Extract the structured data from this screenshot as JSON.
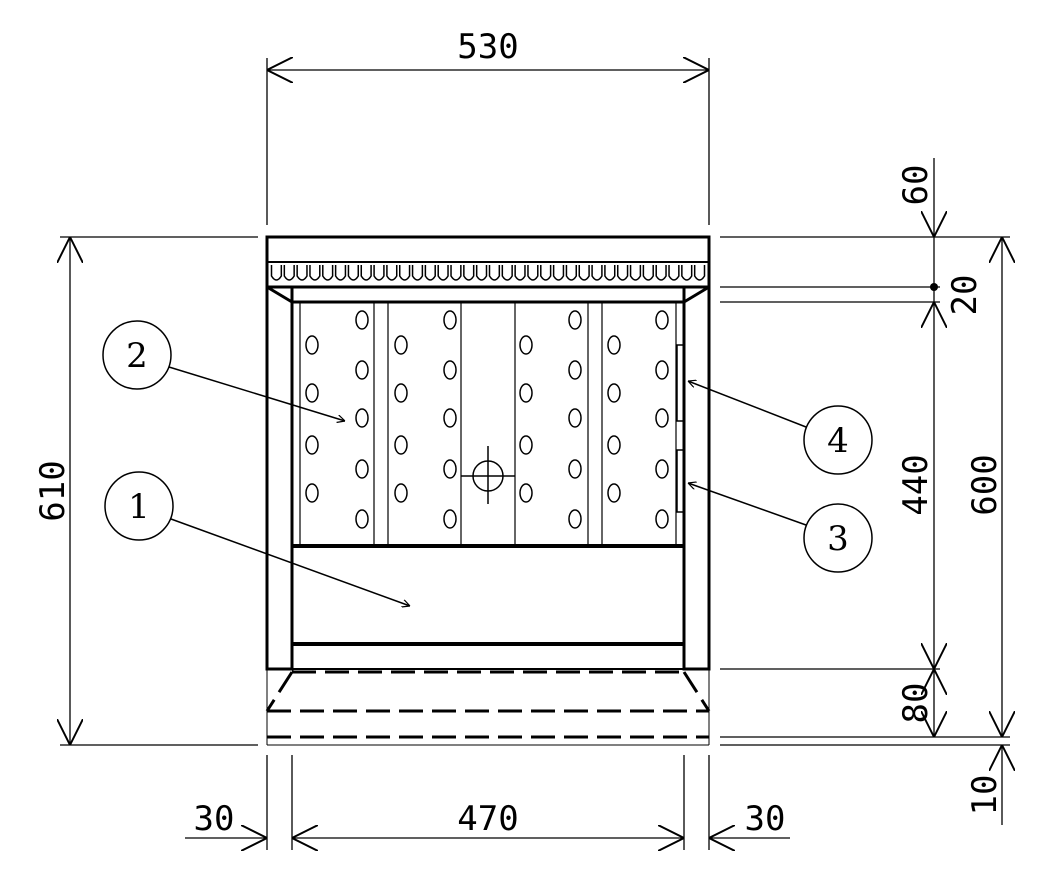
{
  "dimensions": {
    "overall_width": "530",
    "inner_width": "470",
    "left_side": "30",
    "right_side": "30",
    "overall_height": "610",
    "top_gap": "60",
    "rail": "20",
    "panel_height": "440",
    "cabinet_height": "600",
    "base_height": "80",
    "bottom_gap": "10"
  },
  "callouts": [
    {
      "id": "1"
    },
    {
      "id": "2"
    },
    {
      "id": "3"
    },
    {
      "id": "4"
    }
  ],
  "colors": {
    "line": "#000000",
    "background": "#ffffff"
  }
}
